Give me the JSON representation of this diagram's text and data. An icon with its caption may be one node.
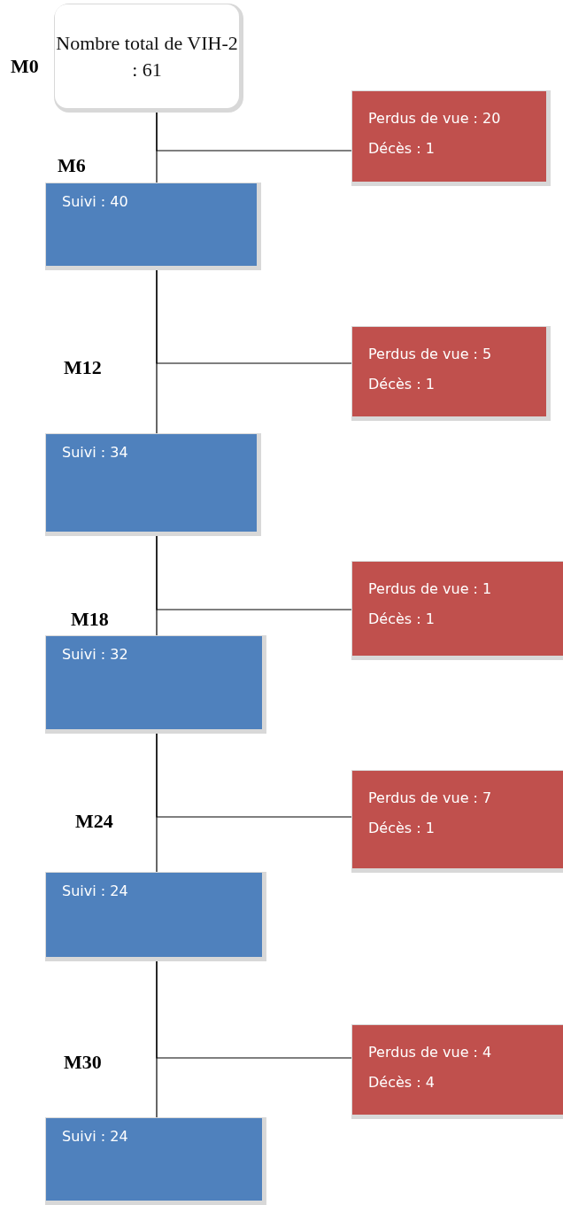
{
  "diagram": {
    "nodes": [
      {
        "text": [
          "Nombre total de VIH-2 : 61"
        ],
        "beside": [
          "M0"
        ]
      },
      {
        "text": [
          "Perdus de vue : 20",
          "Décès : 1"
        ]
      },
      {
        "text": [
          "Suivi : 40"
        ],
        "beside": [
          "M6"
        ]
      },
      {
        "text": [
          "Perdus de vue : 5",
          "Décès : 1"
        ]
      },
      {
        "text": [
          "Suivi : 34"
        ]
      },
      {
        "text": [
          "Perdus de vue : 1",
          "Décès : 1"
        ]
      },
      {
        "text": [
          "Suivi : 32"
        ],
        "beside": [
          "M18"
        ]
      },
      {
        "text": [
          "Perdus de vue : 7",
          "Décès : 1"
        ]
      },
      {
        "text": [
          "Suivi : 24"
        ]
      },
      {
        "text": [
          "Perdus de vue : 4",
          "Décès : 4"
        ]
      },
      {
        "text": [
          "Suivi : 24"
        ]
      }
    ],
    "edges": [
      {
        "from": 0,
        "to": 2,
        "arrow": "none"
      },
      {
        "from": 0,
        "to": 1,
        "arrow": "none"
      },
      {
        "from": 2,
        "to": 4,
        "arrow": "none"
      },
      {
        "from": 2,
        "to": 3,
        "arrow": "none"
      },
      {
        "from": 4,
        "to": 6,
        "arrow": "none"
      },
      {
        "from": 4,
        "to": 5,
        "arrow": "none"
      },
      {
        "from": 6,
        "to": 8,
        "arrow": "none"
      },
      {
        "from": 6,
        "to": 7,
        "arrow": "none"
      },
      {
        "from": 8,
        "to": 10,
        "arrow": "none"
      },
      {
        "from": 8,
        "to": 9,
        "arrow": "none"
      }
    ],
    "labels": [
      "M12",
      "M24",
      "M30"
    ]
  }
}
